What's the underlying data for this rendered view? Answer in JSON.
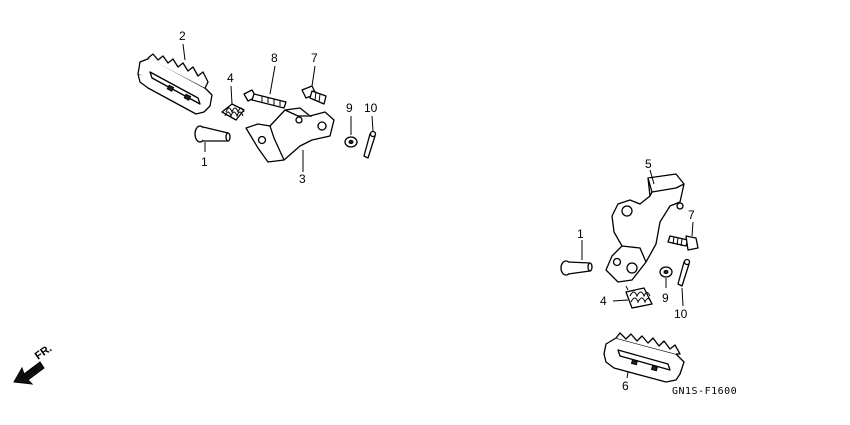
{
  "diagram": {
    "callouts": {
      "left_1": "1",
      "left_2": "2",
      "left_3": "3",
      "left_4": "4",
      "left_7": "7",
      "left_8": "8",
      "left_9": "9",
      "left_10": "10",
      "right_1": "1",
      "right_4": "4",
      "right_5": "5",
      "right_6": "6",
      "right_7": "7",
      "right_9": "9",
      "right_10": "10"
    },
    "direction_label": "FR.",
    "drawing_code": "GN1S-F1600"
  }
}
